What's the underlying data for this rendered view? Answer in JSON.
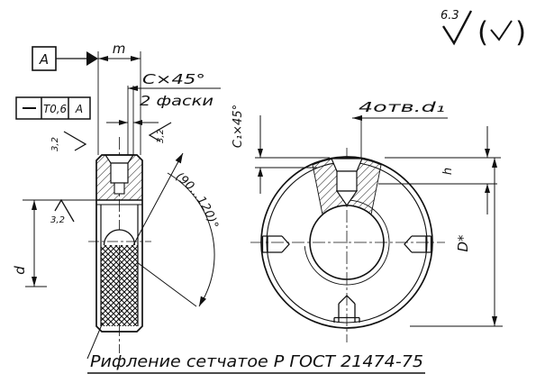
{
  "drawing": {
    "bg": "#ffffff",
    "ink": "#111111",
    "surface_finish": {
      "general_value": "6.3",
      "open_paren": "(",
      "close_paren": ")"
    },
    "datum": {
      "label": "A"
    },
    "tolerance_frame": {
      "symbol": "—",
      "value": "Т0,6",
      "datum_ref": "A"
    },
    "dimensions": {
      "height": "m",
      "chamfer": "С×45°",
      "chamfer_count": "2 фаски",
      "bore": "d",
      "tip_angle": "(90...120)°",
      "rim_chamfer": "С₁×45°",
      "holes": "4отв.d₁",
      "hole_depth": "h",
      "outer_diameter": "D*"
    },
    "roughness": {
      "chamfer": "3,2",
      "face": "3,2",
      "bore": "3,2"
    },
    "note": "Рифление сетчатое Р ГОСТ 21474-75"
  }
}
